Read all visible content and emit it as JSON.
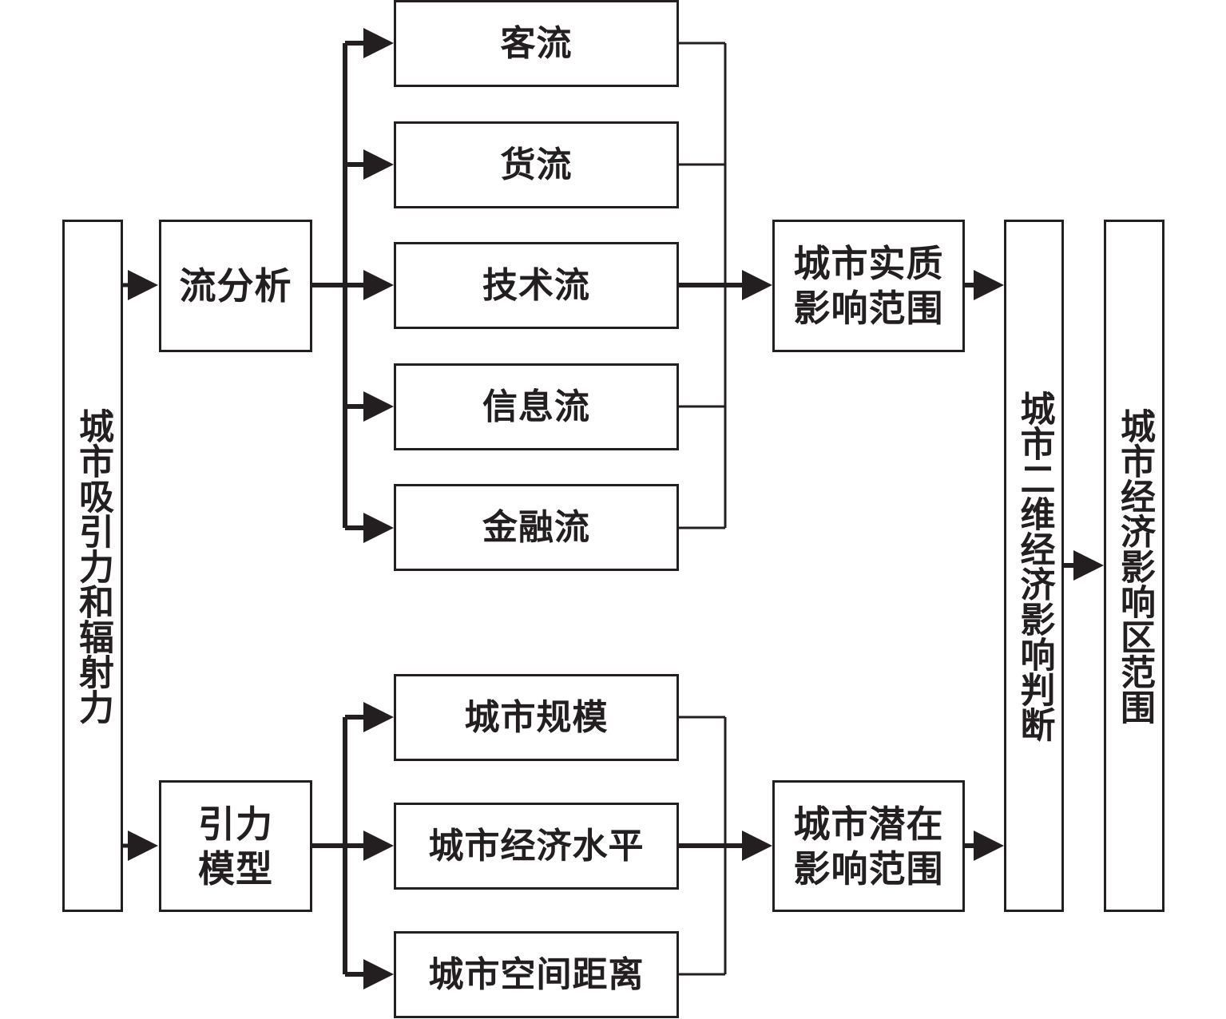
{
  "diagram": {
    "left_column": {
      "label": "城市吸引力和辐射力"
    },
    "flow_analysis": {
      "label": "流分析"
    },
    "gravity_model": {
      "label": "引力\n模型"
    },
    "flows": [
      {
        "label": "客流"
      },
      {
        "label": "货流"
      },
      {
        "label": "技术流"
      },
      {
        "label": "信息流"
      },
      {
        "label": "金融流"
      }
    ],
    "factors": [
      {
        "label": "城市规模"
      },
      {
        "label": "城市经济水平"
      },
      {
        "label": "城市空间距离"
      }
    ],
    "actual_range": {
      "label": "城市实质\n影响范围"
    },
    "potential_range": {
      "label": "城市潜在\n影响范围"
    },
    "judgment": {
      "label": "城市二维经济影响判断"
    },
    "result": {
      "label": "城市经济影响区范围"
    },
    "colors": {
      "line": "#231f20",
      "box_fill": "#ffffff"
    }
  }
}
